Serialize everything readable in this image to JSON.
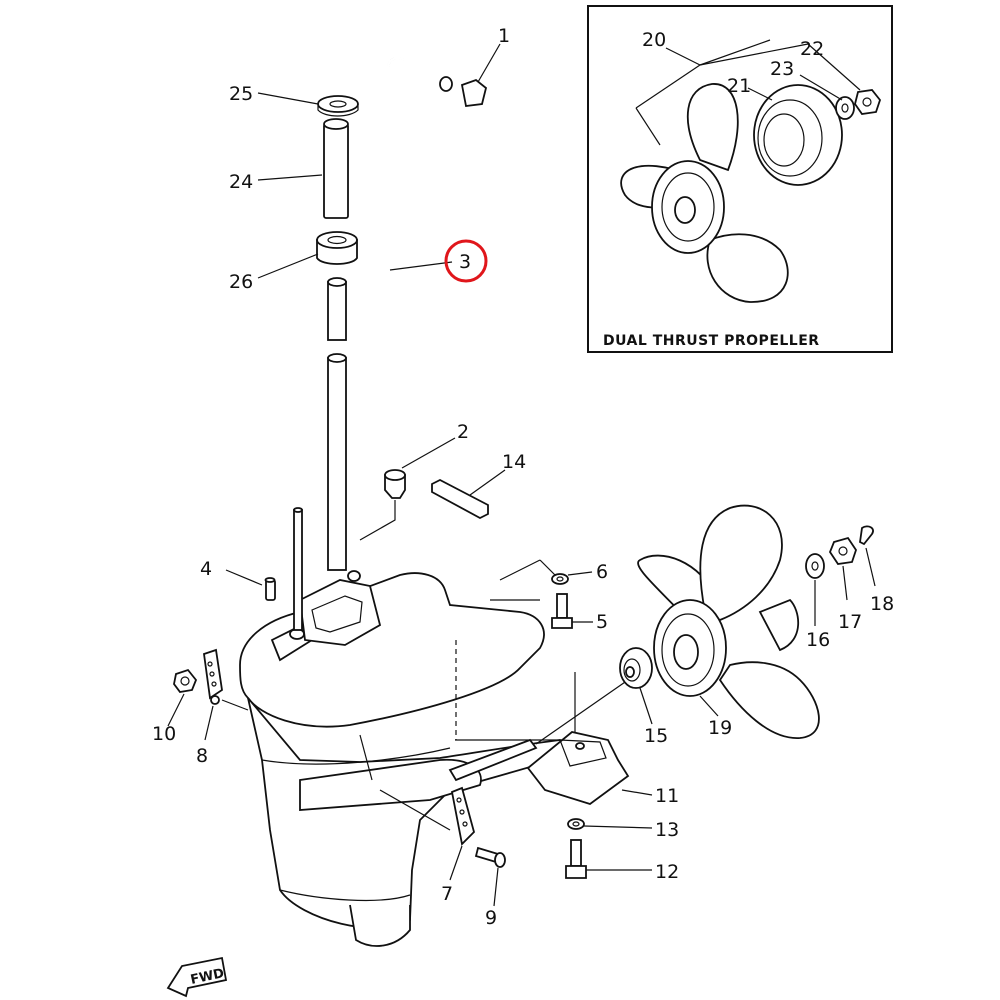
{
  "inset": {
    "title": "DUAL THRUST PROPELLER"
  },
  "badge": {
    "fwd": "FWD"
  },
  "highlight": {
    "part": "3",
    "color": "#e0161b"
  },
  "parts": {
    "p1": "1",
    "p2": "2",
    "p3": "3",
    "p4": "4",
    "p5": "5",
    "p6": "6",
    "p7": "7",
    "p8": "8",
    "p9": "9",
    "p10": "10",
    "p11": "11",
    "p12": "12",
    "p13": "13",
    "p14": "14",
    "p15": "15",
    "p16": "16",
    "p17": "17",
    "p18": "18",
    "p19": "19",
    "p20": "20",
    "p21": "21",
    "p22": "22",
    "p23": "23",
    "p24": "24",
    "p25": "25",
    "p26": "26"
  }
}
